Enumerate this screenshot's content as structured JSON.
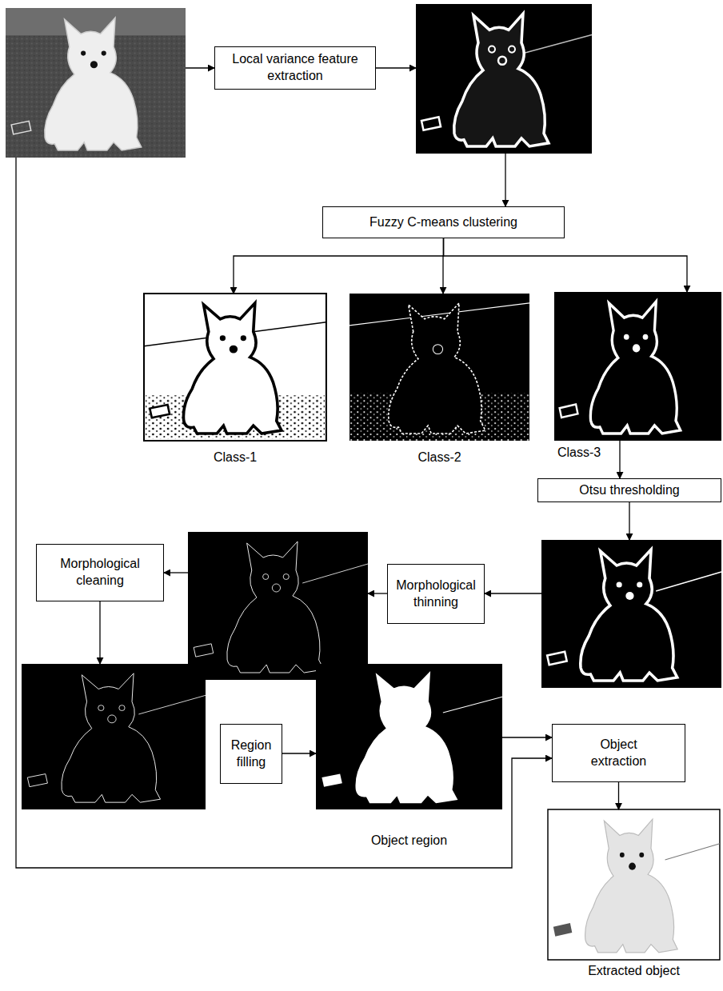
{
  "diagram": {
    "nodes": [
      {
        "text": [
          "Local variance feature extraction"
        ]
      },
      {
        "text": [
          "Fuzzy C-means clustering"
        ]
      },
      {
        "text": [
          "Class-1"
        ]
      },
      {
        "text": [
          "Class-2"
        ]
      },
      {
        "text": [
          "Class-3"
        ]
      },
      {
        "text": [
          "Otsu thresholding"
        ]
      },
      {
        "text": [
          "Morphological thinning"
        ]
      },
      {
        "text": [
          "Morphological cleaning"
        ]
      },
      {
        "text": [
          "Region filling"
        ]
      },
      {
        "text": [
          "Object region"
        ]
      },
      {
        "text": [
          "Object extraction"
        ]
      },
      {
        "text": [
          "Extracted object"
        ]
      }
    ],
    "edges": [
      {
        "from": 1,
        "to": 2,
        "arrow": "to"
      },
      {
        "from": 1,
        "to": 3,
        "arrow": "to"
      },
      {
        "from": 1,
        "to": 4,
        "arrow": "to"
      },
      {
        "from": 4,
        "to": 5,
        "arrow": "to"
      },
      {
        "from": 8,
        "to": 9,
        "arrow": "to"
      },
      {
        "from": 9,
        "to": 10,
        "arrow": "to"
      },
      {
        "from": 10,
        "to": 11,
        "arrow": "to"
      }
    ]
  }
}
